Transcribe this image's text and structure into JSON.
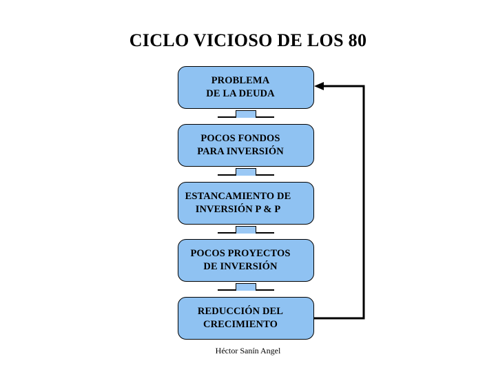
{
  "slide": {
    "title": "CICLO VICIOSO DE LOS 80",
    "background_color": "#FFFFFF",
    "footer_credit": "Héctor Sanín Angel"
  },
  "theme": {
    "node_fill": "#8FC2F2",
    "node_border": "#000000",
    "text_color": "#000000",
    "connector_fill": "#9AC8F5"
  },
  "diagram": {
    "type": "cycle-flowchart",
    "direction": "top-to-bottom-with-feedback",
    "nodes": [
      {
        "id": "node-0",
        "line1": "PROBLEMA",
        "line2": "DE LA DEUDA",
        "label": "PROBLEMA\nDE LA DEUDA"
      },
      {
        "id": "node-1",
        "line1": "POCOS FONDOS",
        "line2": "PARA INVERSIÓN",
        "label": "POCOS FONDOS\nPARA INVERSIÓN"
      },
      {
        "id": "node-2",
        "line1": "ESTANCAMIENTO DE",
        "line2": "INVERSIÓN P & P",
        "label": "ESTANCAMIENTO DE\nINVERSIÓN P & P"
      },
      {
        "id": "node-3",
        "line1": "POCOS PROYECTOS",
        "line2": "DE INVERSIÓN",
        "label": "POCOS PROYECTOS\nDE INVERSIÓN"
      },
      {
        "id": "node-4",
        "line1": "REDUCCIÓN DEL",
        "line2": "CRECIMIENTO",
        "label": "REDUCCIÓN DEL\nCRECIMIENTO"
      }
    ],
    "connectors": [
      {
        "id": "conn-0",
        "from": "node-0",
        "to": "node-1",
        "kind": "down-arrow-block"
      },
      {
        "id": "conn-1",
        "from": "node-1",
        "to": "node-2",
        "kind": "down-arrow-block"
      },
      {
        "id": "conn-2",
        "from": "node-2",
        "to": "node-3",
        "kind": "down-arrow-block"
      },
      {
        "id": "conn-3",
        "from": "node-3",
        "to": "node-4",
        "kind": "down-arrow-block"
      }
    ],
    "feedback": {
      "from": "node-4",
      "to": "node-0",
      "kind": "elbow-arrow",
      "arrowhead": "left"
    }
  }
}
